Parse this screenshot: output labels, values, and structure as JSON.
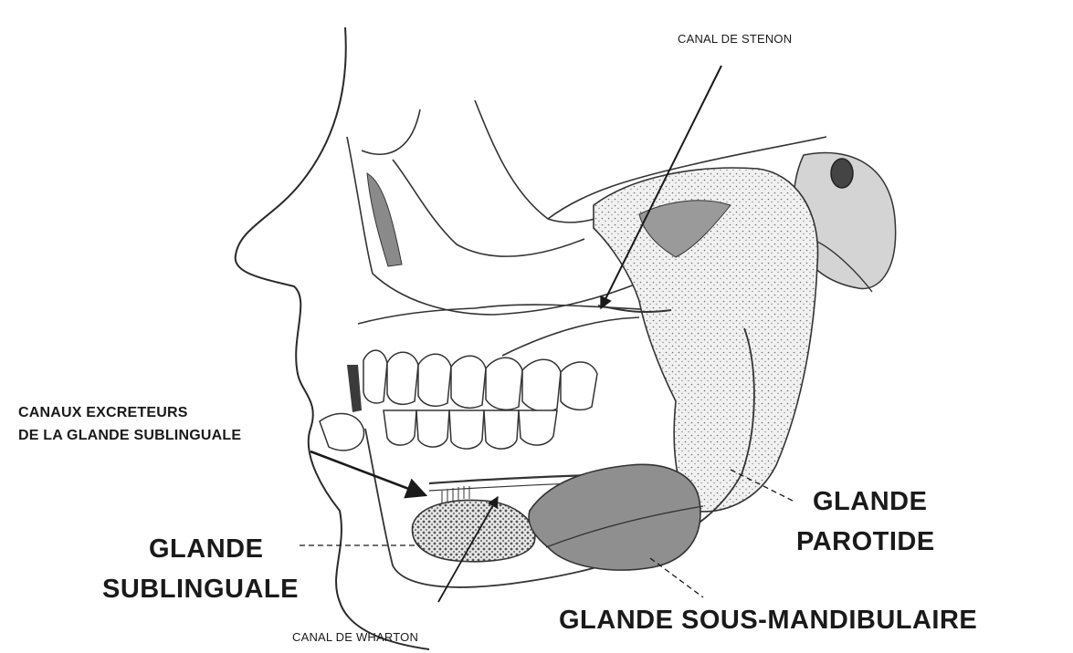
{
  "labels": {
    "canal_stenon": "CANAL DE STENON",
    "canaux_line1": "CANAUX EXCRETEURS",
    "canaux_line2": "DE LA GLANDE SUBLINGUALE",
    "glande_sublinguale_line1": "GLANDE",
    "glande_sublinguale_line2": "SUBLINGUALE",
    "glande_parotide_line1": "GLANDE",
    "glande_parotide_line2": "PAROTIDE",
    "glande_sous_mandibulaire": "GLANDE SOUS-MANDIBULAIRE",
    "canal_wharton": "CANAL DE WHARTON"
  },
  "colors": {
    "line": "#2a2a2a",
    "gland_shade": "#8f8f8f",
    "parotid_fill": "#ececec",
    "stipple": "#7a7a7a"
  }
}
